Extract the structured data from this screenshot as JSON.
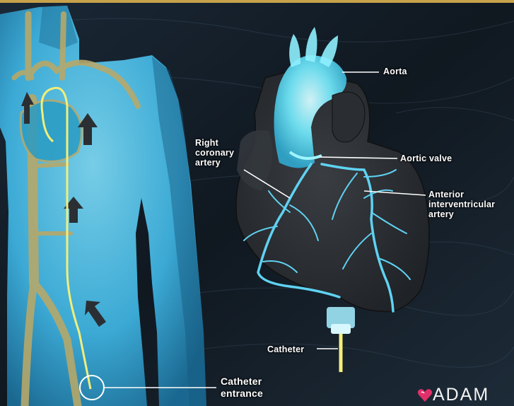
{
  "labels": {
    "aorta": "Aorta",
    "aortic_valve": "Aortic valve",
    "right_coronary": [
      "Right",
      "coronary",
      "artery"
    ],
    "anterior_interventricular": [
      "Anterior",
      "interventricular",
      "artery"
    ],
    "catheter": "Catheter",
    "catheter_entrance": [
      "Catheter",
      "entrance"
    ]
  },
  "logo": {
    "text": "ADAM"
  },
  "colors": {
    "background": "#15202c",
    "body": "#3fb6e4",
    "vessel": "#b6a86a",
    "heart": "#2c2f33",
    "coronary": "#5fd2f2",
    "catheter": "#f2ee7a",
    "label": "#ffffff",
    "logo_heart": "#e0306a"
  }
}
